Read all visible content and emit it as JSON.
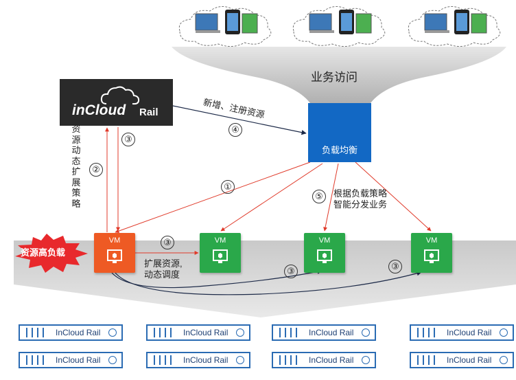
{
  "access_label": "业务访问",
  "incloud_logo": {
    "main": "inCloud",
    "suffix": "Rail"
  },
  "load_balancer": {
    "label": "负载均衡"
  },
  "labels": {
    "add_register": "新增、注册资源",
    "dynamic_policy": "资源动态扩展策略",
    "expand_schedule_line1": "扩展资源,",
    "expand_schedule_line2": "动态调度",
    "lb_policy_line1": "根据负载策略",
    "lb_policy_line2": "智能分发业务",
    "high_load": "资源高负载"
  },
  "step_numbers": {
    "s1": "①",
    "s2": "②",
    "s3a": "③",
    "s3b": "③",
    "s3c": "③",
    "s3d": "③",
    "s4": "④",
    "s5": "⑤"
  },
  "vms": [
    {
      "label": "VM",
      "status": "overloaded"
    },
    {
      "label": "VM",
      "status": "normal"
    },
    {
      "label": "VM",
      "status": "normal"
    },
    {
      "label": "VM",
      "status": "normal"
    }
  ],
  "servers": [
    {
      "label": "InCloud Rail"
    },
    {
      "label": "InCloud Rail"
    },
    {
      "label": "InCloud Rail"
    },
    {
      "label": "InCloud Rail"
    },
    {
      "label": "InCloud Rail"
    },
    {
      "label": "InCloud Rail"
    },
    {
      "label": "InCloud Rail"
    },
    {
      "label": "InCloud Rail"
    }
  ],
  "colors": {
    "lb_blue": "#1268c4",
    "vm_orange": "#ee5a24",
    "vm_green": "#2aa84a",
    "server_blue": "#2a6bb3",
    "arrow_red": "#e03a2a",
    "burst_red": "#e8292c"
  }
}
